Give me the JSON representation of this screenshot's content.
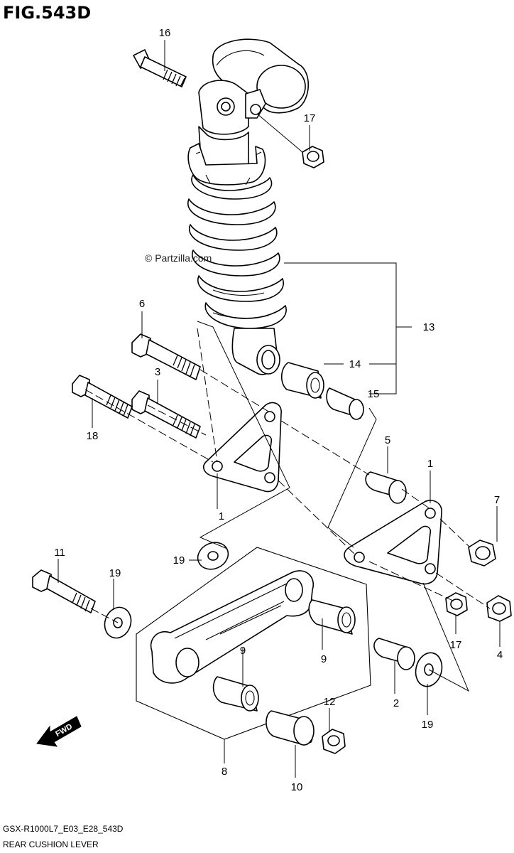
{
  "figure": {
    "title": "FIG.543D",
    "model_code": "GSX-R1000L7_E03_E28_543D",
    "caption": "REAR CUSHION LEVER",
    "watermark": "© Partzilla.com",
    "fwd_label": "FWD"
  },
  "callouts": [
    {
      "id": "c16",
      "label": "16"
    },
    {
      "id": "c17a",
      "label": "17"
    },
    {
      "id": "c13",
      "label": "13"
    },
    {
      "id": "c6",
      "label": "6"
    },
    {
      "id": "c3",
      "label": "3"
    },
    {
      "id": "c14",
      "label": "14"
    },
    {
      "id": "c15",
      "label": "15"
    },
    {
      "id": "c18",
      "label": "18"
    },
    {
      "id": "c5",
      "label": "5"
    },
    {
      "id": "c1a",
      "label": "1"
    },
    {
      "id": "c1b",
      "label": "1"
    },
    {
      "id": "c7",
      "label": "7"
    },
    {
      "id": "c19a",
      "label": "19"
    },
    {
      "id": "c11",
      "label": "11"
    },
    {
      "id": "c19b",
      "label": "19"
    },
    {
      "id": "c9a",
      "label": "9"
    },
    {
      "id": "c9b",
      "label": "9"
    },
    {
      "id": "c17b",
      "label": "17"
    },
    {
      "id": "c4",
      "label": "4"
    },
    {
      "id": "c2",
      "label": "2"
    },
    {
      "id": "c12",
      "label": "12"
    },
    {
      "id": "c19c",
      "label": "19"
    },
    {
      "id": "c8",
      "label": "8"
    },
    {
      "id": "c10",
      "label": "10"
    }
  ]
}
